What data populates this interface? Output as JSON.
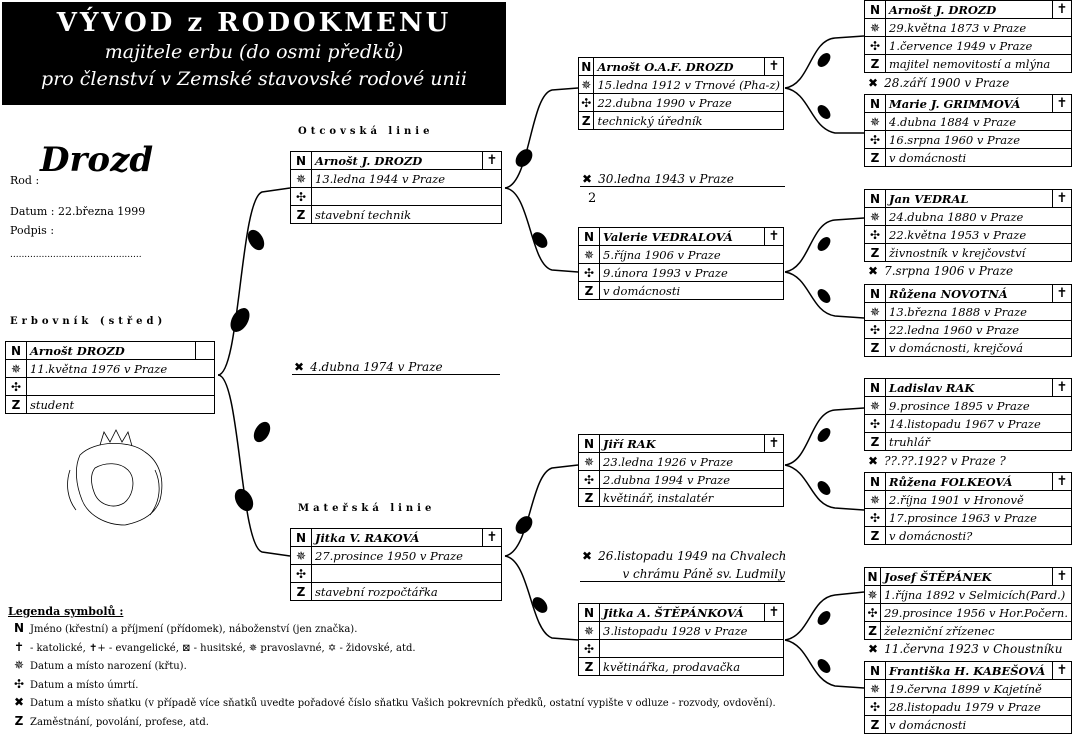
{
  "header": {
    "title": "VÝVOD z RODOKMENU",
    "subtitle": "majitele erbu (do osmi předků)",
    "subtitle2": "pro členství v Zemské stavovské rodové unii"
  },
  "left": {
    "rod_label": "Rod :",
    "rod_name": "Drozd",
    "datum": "Datum : 22.března 1999",
    "podpis": "Podpis :",
    "dots": "..............................................",
    "erbovnik_label": "Erbovník (střed)"
  },
  "symbols": {
    "N": "N",
    "birth": "✵",
    "death": "✣",
    "job": "Z",
    "marriage": "✖",
    "cross": "✝"
  },
  "lines": {
    "paternal": "Otcovská linie",
    "maternal": "Mateřská linie"
  },
  "persons": {
    "p0": {
      "name": "Arnošt DROZD",
      "born": "11.května 1976 v Praze",
      "died": "",
      "job": "student"
    },
    "p1": {
      "name": "Arnošt J. DROZD",
      "born": "13.ledna 1944 v Praze",
      "died": "",
      "job": "stavební technik"
    },
    "p2": {
      "name": "Jitka V. RAKOVÁ",
      "born": "27.prosince 1950 v Praze",
      "died": "",
      "job": "stavební rozpočtářka"
    },
    "p3": {
      "name": "Arnošt O.A.F. DROZD",
      "born": "15.ledna 1912 v Trnové (Pha-z)",
      "died": "22.dubna 1990 v Praze",
      "job": "technický úředník"
    },
    "p4": {
      "name": "Valerie VEDRALOVÁ",
      "born": "5.října 1906 v Praze",
      "died": "9.února 1993 v Praze",
      "job": "v domácnosti"
    },
    "p5": {
      "name": "Jiří RAK",
      "born": "23.ledna 1926 v Praze",
      "died": "2.dubna 1994 v Praze",
      "job": "květinář, instalatér"
    },
    "p6": {
      "name": "Jitka A. ŠTĚPÁNKOVÁ",
      "born": "3.listopadu 1928 v Praze",
      "died": "",
      "job": "květinářka, prodavačka"
    },
    "p7": {
      "name": "Arnošt J. DROZD",
      "born": "29.května 1873 v Praze",
      "died": "1.července 1949 v Praze",
      "job": "majitel nemovitostí a mlýna"
    },
    "p8": {
      "name": "Marie J. GRIMMOVÁ",
      "born": "4.dubna 1884 v Praze",
      "died": "16.srpna 1960 v Praze",
      "job": "v domácnosti"
    },
    "p9": {
      "name": "Jan VEDRAL",
      "born": "24.dubna 1880 v Praze",
      "died": "22.května 1953 v Praze",
      "job": "živnostník v krejčovství"
    },
    "p10": {
      "name": "Růžena NOVOTNÁ",
      "born": "13.března 1888 v Praze",
      "died": "22.ledna 1960 v Praze",
      "job": "v domácnosti, krejčová"
    },
    "p11": {
      "name": "Ladislav RAK",
      "born": "9.prosince 1895 v Praze",
      "died": "14.listopadu 1967 v Praze",
      "job": "truhlář"
    },
    "p12": {
      "name": "Růžena FOLKEOVÁ",
      "born": "2.října 1901 v Hronově",
      "died": "17.prosince 1963 v Praze",
      "job": "v domácnosti?"
    },
    "p13": {
      "name": "Josef ŠTĚPÁNEK",
      "born": "1.října 1892 v Selmicích(Pard.)",
      "died": "29.prosince 1956 v Hor.Počern.",
      "job": "železniční zřízenec"
    },
    "p14": {
      "name": "Františka H. KABEŠOVÁ",
      "born": "19.června 1899 v Kajetíně",
      "died": "28.listopadu 1979 v Praze",
      "job": "v domácnosti"
    }
  },
  "marriages": {
    "m0": "4.dubna 1974 v Praze",
    "m1": "30.ledna 1943 v Praze",
    "m1b": "2",
    "m2": "26.listopadu 1949 na Chvalech",
    "m2b": "v chrámu Páně sv. Ludmily",
    "m3": "28.září 1900 v Praze",
    "m4": "7.srpna 1906 v Praze",
    "m5": "??.??.192? v Praze ?",
    "m6": "11.června 1923 v Choustníku"
  },
  "legend": {
    "title": "Legenda symbolů :",
    "rows": [
      "Jméno (křestní) a příjmení (přídomek), náboženství (jen značka).",
      "- katolické, ✝+ - evangelické, ⊠ - husitské, ✵ pravoslavné, ✡ - židovské, atd.",
      "Datum a místo narození (křtu).",
      "Datum a místo úmrtí.",
      "Datum a místo sňatku (v případě více sňatků uvedte pořadové číslo sňatku Vašich pokrevních předků, ostatní vypište v odluze - rozvody, ovdovění).",
      "Zaměstnání, povolání, profese, atd."
    ]
  }
}
